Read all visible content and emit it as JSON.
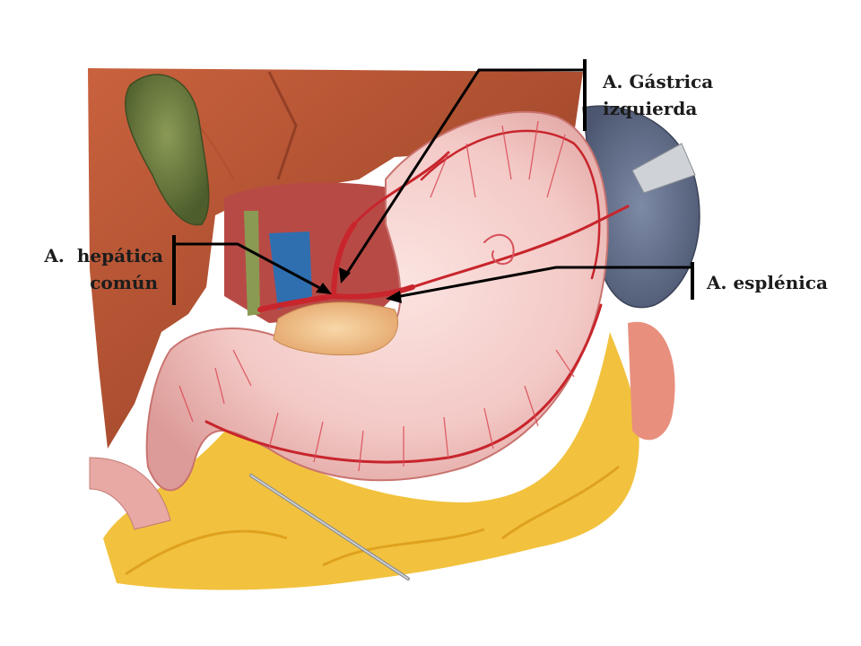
{
  "figure": {
    "background": "#ffffff",
    "pointer_color": "#000000",
    "labels": {
      "gastrica_izquierda": {
        "line1": "A. Gástrica",
        "line2": "izquierda"
      },
      "hepatica_comun": {
        "line1": "A.  hepática",
        "line2": "común"
      },
      "esplenica": {
        "text": "A. esplénica"
      }
    }
  }
}
